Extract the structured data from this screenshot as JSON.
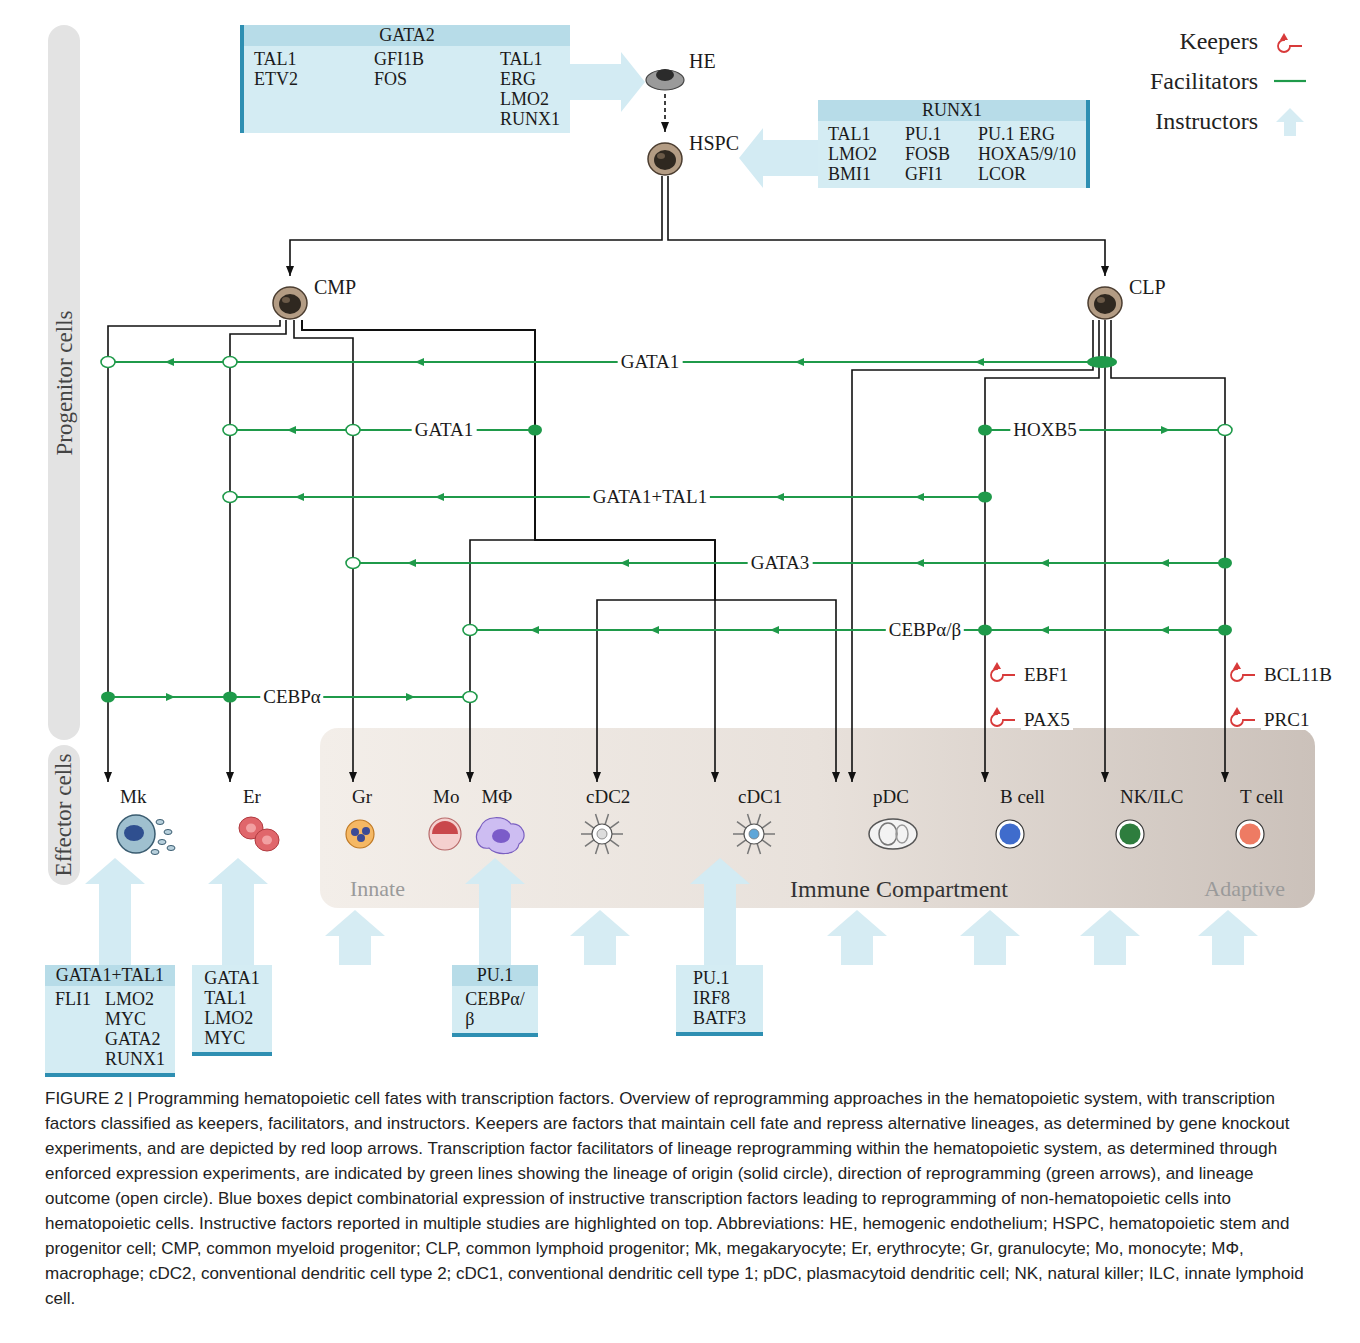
{
  "diagram": {
    "caption": "FIGURE 2 | Programming hematopoietic cell fates with transcription factors. Overview of reprogramming approaches in the hematopoietic system, with transcription factors classified as keepers, facilitators, and instructors. Keepers are factors that maintain cell fate and repress alternative lineages, as determined by gene knockout experiments, and are depicted by red loop arrows. Transcription factor facilitators of lineage reprogramming within the hematopoietic system, as determined through enforced expression experiments, are indicated by green lines showing the lineage of origin (solid circle), direction of reprogramming (green arrows), and lineage outcome (open circle). Blue boxes depict combinatorial expression of instructive transcription factors leading to reprogramming of non-hematopoietic cells into hematopoietic cells. Instructive factors reported in multiple studies are highlighted on top. Abbreviations: HE, hemogenic endothelium; HSPC, hematopoietic stem and progenitor cell; CMP, common myeloid progenitor; CLP, common lymphoid progenitor; Mk, megakaryocyte; Er, erythrocyte; Gr, granulocyte; Mo, monocyte; MΦ, macrophage; cDC2, conventional dendritic cell type 2; cDC1, conventional dendritic cell type 1; pDC, plasmacytoid dendritic cell; NK, natural killer; ILC, innate lymphoid cell.",
    "nodes": [
      {
        "text": [
          "Progenitor cells"
        ]
      },
      {
        "text": [
          "Effector cells"
        ]
      },
      {
        "text": [
          "GATA2",
          "TAL1 ETV2",
          "GFI1B FOS",
          "TAL1 ERG LMO2 RUNX1"
        ]
      },
      {
        "text": [
          "HE"
        ]
      },
      {
        "text": [
          "HSPC"
        ]
      },
      {
        "text": [
          "RUNX1",
          "TAL1 LMO2 BMI1",
          "PU.1 FOSB GFI1",
          "PU.1 ERG HOXA5/9/10 LCOR"
        ]
      },
      {
        "text": [
          "CMP"
        ]
      },
      {
        "text": [
          "CLP"
        ]
      },
      {
        "text": [
          "Mk"
        ]
      },
      {
        "text": [
          "Er"
        ]
      },
      {
        "text": [
          "Innate",
          "Immune Compartment",
          "Adaptive"
        ]
      },
      {
        "text": [
          "Gr"
        ],
        "in": 10
      },
      {
        "text": [
          "Mo",
          "MΦ"
        ],
        "in": 10
      },
      {
        "text": [
          "cDC2"
        ],
        "in": 10
      },
      {
        "text": [
          "cDC1"
        ],
        "in": 10
      },
      {
        "text": [
          "pDC"
        ],
        "in": 10
      },
      {
        "text": [
          "B cell"
        ],
        "in": 10
      },
      {
        "text": [
          "NK/ILC"
        ],
        "in": 10
      },
      {
        "text": [
          "T cell"
        ],
        "in": 10
      },
      {
        "text": [
          "GATA1+TAL1",
          "FLI1",
          "LMO2 MYC GATA2 RUNX1"
        ]
      },
      {
        "text": [
          "GATA1 TAL1 LMO2 MYC"
        ]
      },
      {
        "text": [
          "PU.1",
          "CEBPα/β"
        ]
      },
      {
        "text": [
          "PU.1 IRF8 BATF3"
        ]
      }
    ],
    "edges": [
      {
        "from": 2,
        "to": 3,
        "arrow": "to"
      },
      {
        "from": 3,
        "to": 4,
        "arrow": "to"
      },
      {
        "from": 5,
        "to": 4,
        "arrow": "to"
      },
      {
        "from": 4,
        "to": 6,
        "arrow": "to"
      },
      {
        "from": 4,
        "to": 7,
        "arrow": "to"
      },
      {
        "from": 6,
        "to": 8,
        "arrow": "to"
      },
      {
        "from": 6,
        "to": 9,
        "arrow": "to"
      },
      {
        "from": 6,
        "to": 11,
        "arrow": "to"
      },
      {
        "from": 6,
        "to": 12,
        "arrow": "to"
      },
      {
        "from": 6,
        "to": 13,
        "arrow": "to"
      },
      {
        "from": 6,
        "to": 14,
        "arrow": "to"
      },
      {
        "from": 6,
        "to": 15,
        "arrow": "to"
      },
      {
        "from": 7,
        "to": 15,
        "arrow": "to"
      },
      {
        "from": 7,
        "to": 16,
        "arrow": "to"
      },
      {
        "from": 7,
        "to": 17,
        "arrow": "to"
      },
      {
        "from": 7,
        "to": 18,
        "arrow": "to"
      },
      {
        "from": 19,
        "to": 8,
        "arrow": "to"
      },
      {
        "from": 20,
        "to": 9,
        "arrow": "to"
      },
      {
        "from": 21,
        "to": 12,
        "arrow": "to"
      },
      {
        "from": 22,
        "to": 14,
        "arrow": "to"
      }
    ],
    "labels": [
      "GATA1",
      "GATA1",
      "HOXB5",
      "GATA1+TAL1",
      "GATA3",
      "CEBPα/β",
      "CEBPα",
      "EBF1",
      "PAX5",
      "BCL11B",
      "PRC1"
    ],
    "legend": [
      {
        "text": "Keepers"
      },
      {
        "text": "Facilitators"
      },
      {
        "text": "Instructors"
      }
    ]
  }
}
